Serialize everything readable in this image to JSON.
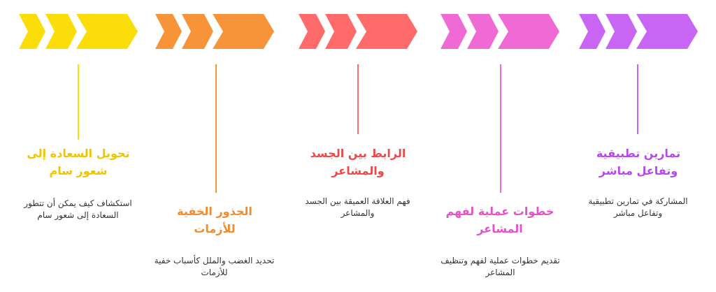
{
  "steps": [
    {
      "title": "تحويل السعادة إلى شعور سام",
      "description": "استكشاف كيف يمكن أن تتطور السعادة إلى شعور سام",
      "color": "#FBDD0A",
      "text_color": "#F0C400"
    },
    {
      "title": "الجذور الخفية للأزمات",
      "description": "تحديد الغضب والملل كأسباب خفية للأزمات",
      "color": "#F7943A",
      "text_color": "#F08C30"
    },
    {
      "title": "الرابط بين الجسد والمشاعر",
      "description": "فهم العلاقة العميقة بين الجسد والمشاعر",
      "color": "#FF6B6B",
      "text_color": "#EE4848"
    },
    {
      "title": "خطوات عملية لفهم المشاعر",
      "description": "تقديم خطوات عملية لفهم وتنظيف المشاعر",
      "color": "#F06AD6",
      "text_color": "#E84FCB"
    },
    {
      "title": "تمارين تطبيقية وتفاعل مباشر",
      "description": "المشاركة في تمارين تطبيقية وتفاعل مباشر",
      "color": "#C965F5",
      "text_color": "#B848EE"
    }
  ]
}
